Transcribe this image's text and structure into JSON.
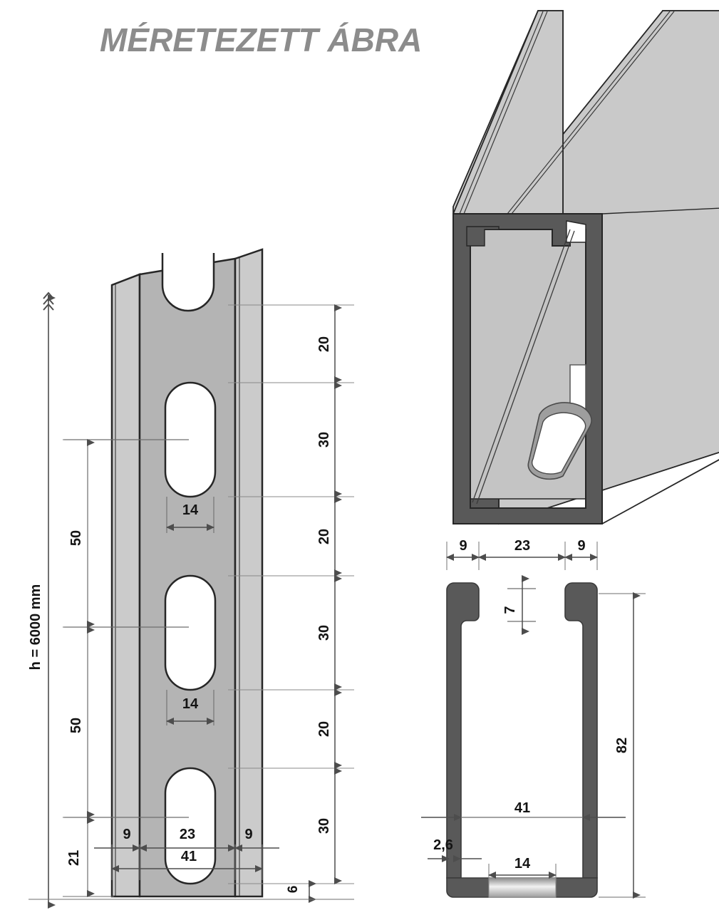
{
  "title": "MÉRETEZETT ÁBRA",
  "colors": {
    "title": "#8c8c8c",
    "flange_light": "#cccccc",
    "web_mid": "#b3b3b3",
    "metal_dark": "#595959",
    "outline": "#262626",
    "dim_line": "#4d4d4d",
    "background": "#ffffff"
  },
  "front_view": {
    "name": "front-elevation",
    "overall_height": {
      "label": "h = 6000 mm",
      "value": 6000,
      "unit": "mm"
    },
    "left_chain": [
      {
        "label": "50",
        "value": 50
      },
      {
        "label": "50",
        "value": 50
      },
      {
        "label": "21",
        "value": 21
      }
    ],
    "right_chain": [
      {
        "label": "20",
        "value": 20
      },
      {
        "label": "30",
        "value": 30
      },
      {
        "label": "20",
        "value": 20
      },
      {
        "label": "30",
        "value": 30
      },
      {
        "label": "20",
        "value": 20
      },
      {
        "label": "30",
        "value": 30
      },
      {
        "label": "6",
        "value": 6
      }
    ],
    "slot_widths": [
      {
        "label": "14",
        "value": 14
      },
      {
        "label": "14",
        "value": 14
      }
    ],
    "width_chain": [
      {
        "label": "9",
        "value": 9
      },
      {
        "label": "23",
        "value": 23
      },
      {
        "label": "9",
        "value": 9
      }
    ],
    "overall_width": {
      "label": "41",
      "value": 41
    }
  },
  "section_view": {
    "name": "cross-section",
    "top_chain": [
      {
        "label": "9",
        "value": 9
      },
      {
        "label": "23",
        "value": 23
      },
      {
        "label": "9",
        "value": 9
      }
    ],
    "lip_gap": {
      "label": "7",
      "value": 7
    },
    "overall_height": {
      "label": "82",
      "value": 82
    },
    "inner_width": {
      "label": "41",
      "value": 41
    },
    "wall_thickness": {
      "label": "2,6",
      "value": 2.6
    },
    "slot_width": {
      "label": "14",
      "value": 14
    }
  },
  "iso_view": {
    "name": "isometric-strut-channel"
  }
}
